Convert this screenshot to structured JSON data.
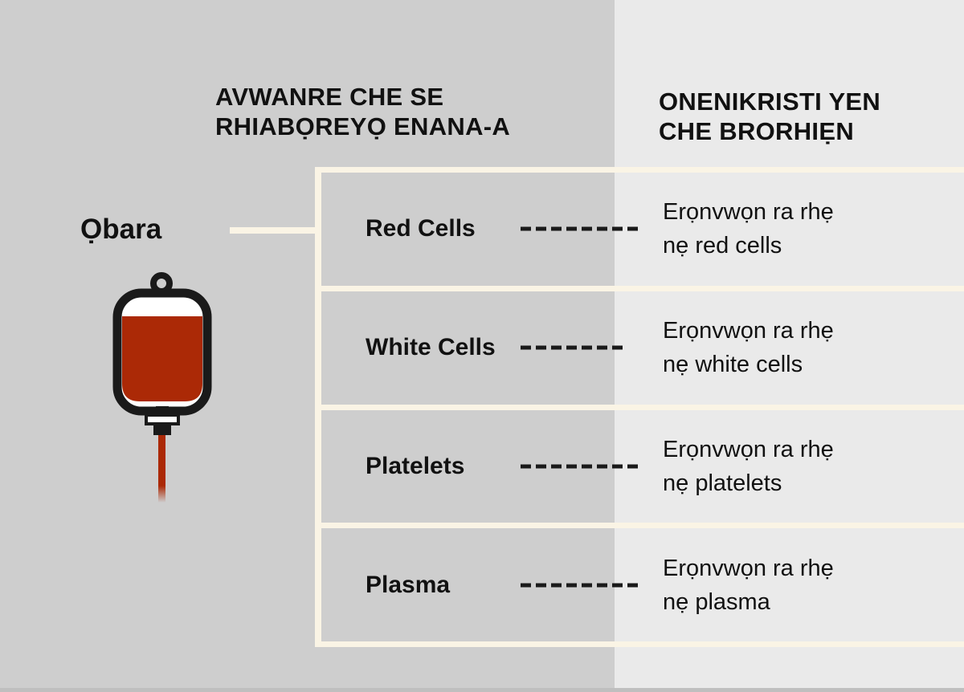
{
  "headers": {
    "left": {
      "line1": "AVWANRE CHE SE",
      "line2": "RHIABỌREYỌ ENANA-A"
    },
    "right": {
      "line1": "ONENIKRISTI YEN",
      "line2": "CHE BRORHIẸN"
    }
  },
  "source": {
    "label": "Ọbara"
  },
  "rows": [
    {
      "component": "Red Cells",
      "dash_count": 8,
      "desc_line1": "Erọnvwọn ra rhẹ",
      "desc_line2": "nẹ red cells"
    },
    {
      "component": "White Cells",
      "dash_count": 7,
      "desc_line1": "Erọnvwọn ra rhẹ",
      "desc_line2": "nẹ white cells"
    },
    {
      "component": "Platelets",
      "dash_count": 8,
      "desc_line1": "Erọnvwọn ra rhẹ",
      "desc_line2": "nẹ platelets"
    },
    {
      "component": "Plasma",
      "dash_count": 8,
      "desc_line1": "Erọnvwọn ra rhẹ",
      "desc_line2": "nẹ plasma"
    }
  ],
  "icons": {
    "blood_bag": "blood-bag-icon"
  },
  "colors": {
    "background_left": "#cecece",
    "background_right": "#eaeaea",
    "table_border": "#faf4e5",
    "blood_red": "#ab2906",
    "text": "#111111",
    "bottom_strip": "#bfbfbf"
  }
}
